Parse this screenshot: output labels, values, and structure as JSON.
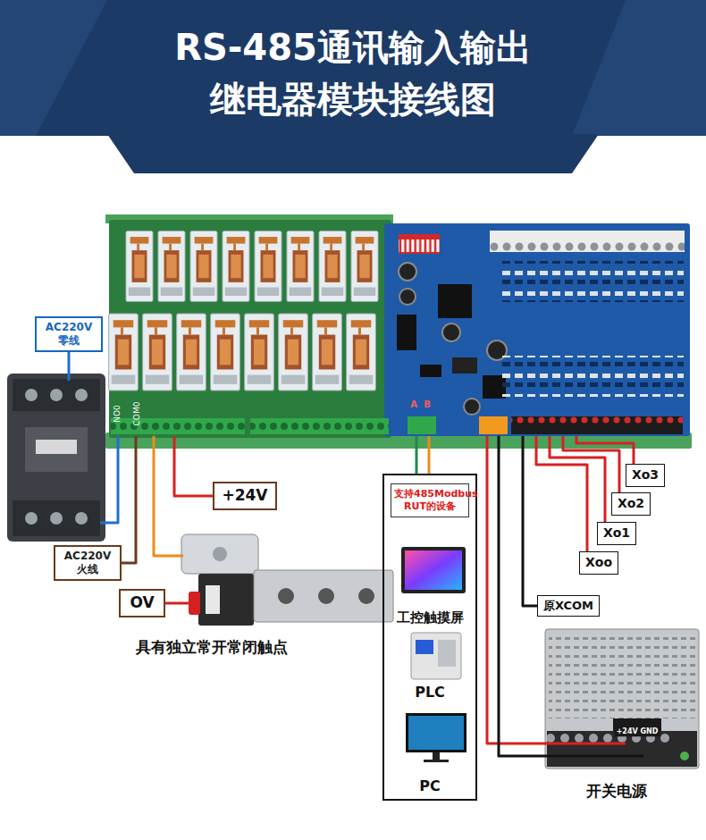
{
  "diagram": {
    "title": "RS-485通讯输入输出 继电器模块接线图",
    "nodes": [
      {
        "text": [
          "AC220V 零线"
        ]
      },
      {
        "text": [
          "AC220V 火线"
        ]
      },
      {
        "text": [
          "+24V"
        ]
      },
      {
        "text": [
          "OV"
        ]
      },
      {
        "text": [
          "工控触摸屏",
          "PLC",
          "PC"
        ]
      },
      {
        "text": [
          "支持485Modbus RUT的设备"
        ],
        "in": 4
      },
      {
        "text": [
          "Xo3"
        ]
      },
      {
        "text": [
          "Xo2"
        ]
      },
      {
        "text": [
          "Xo1"
        ]
      },
      {
        "text": [
          "Xoo"
        ]
      },
      {
        "text": [
          "原XCOM"
        ]
      }
    ],
    "labels": [
      "NO0",
      "COM0",
      "A",
      "B",
      "具有独立常开常闭触点",
      "+24V GND",
      "开关电源"
    ]
  }
}
